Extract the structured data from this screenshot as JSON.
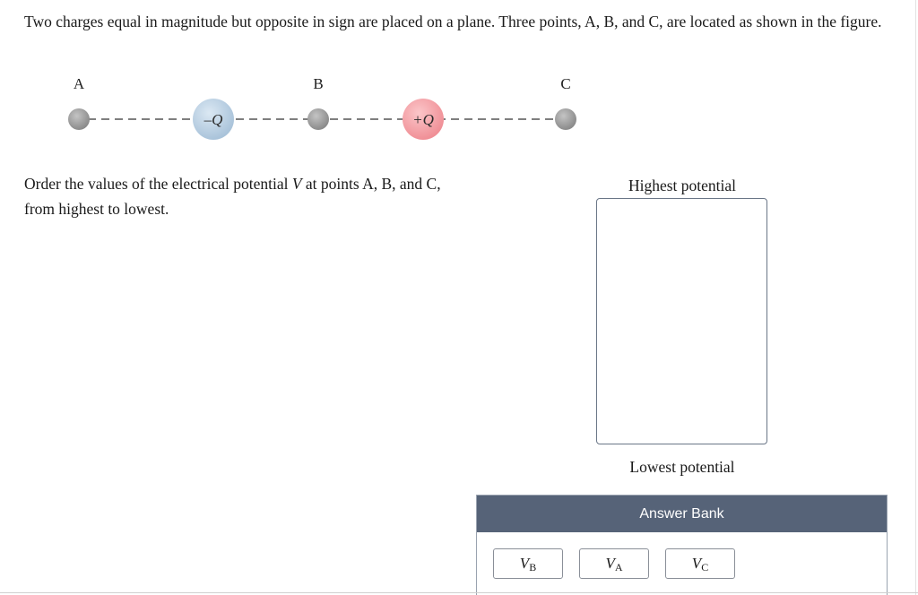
{
  "intro_text": "Two charges equal in magnitude but opposite in sign are placed on a plane. Three points, A, B, and C, are located as shown in the figure.",
  "figure": {
    "points": [
      {
        "label": "A"
      },
      {
        "label": "B"
      },
      {
        "label": "C"
      }
    ],
    "charges": [
      {
        "label": "–Q",
        "color": "#b9cfe0"
      },
      {
        "label": "+Q",
        "color": "#f4a3a8"
      }
    ],
    "point_color": "#9a9a9a"
  },
  "question": {
    "before": "Order the values of the electrical potential ",
    "var": "V",
    "after": " at points A, B, and C, from highest to lowest."
  },
  "ranking": {
    "highest_label": "Highest potential",
    "lowest_label": "Lowest potential"
  },
  "answer_bank": {
    "title": "Answer Bank",
    "header_color": "#566378",
    "tiles": [
      {
        "sym": "V",
        "sub": "B"
      },
      {
        "sym": "V",
        "sub": "A"
      },
      {
        "sym": "V",
        "sub": "C"
      }
    ]
  }
}
